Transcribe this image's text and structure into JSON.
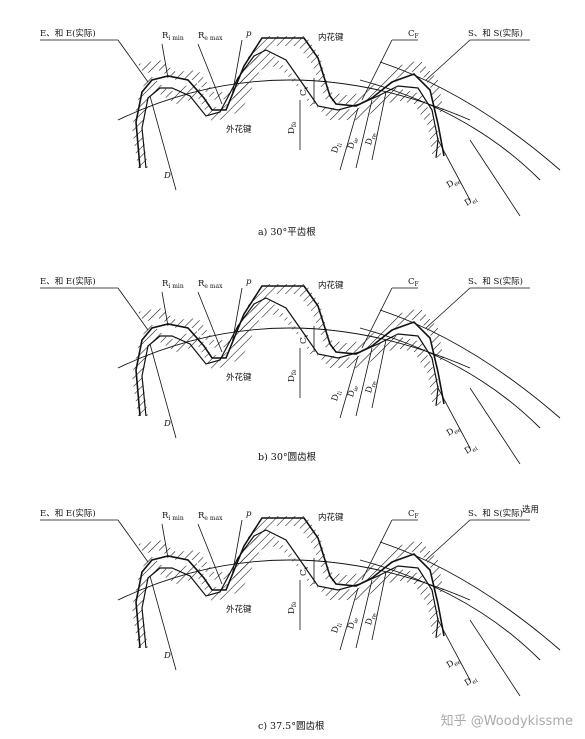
{
  "panels": [
    {
      "caption": "a) 30°平齿根",
      "labels": {
        "e": "E、和 E(实际)",
        "r_imin": "R",
        "r_imin_sub": "i min",
        "r_emax": "R",
        "r_emax_sub": "e max",
        "p": "p",
        "inner": "内花键",
        "cf": "C",
        "cf_sub": "F",
        "s": "S、和 S(实际)",
        "outer": "外花键",
        "cv": "C",
        "cv_sub": "v",
        "dfe": "D",
        "dfe_sub": "fe",
        "dii": "D",
        "dii_sub": "Ii",
        "die": "D",
        "die_sub": "ie",
        "dre": "D",
        "dre_sub": "re",
        "d": "D",
        "dee": "D",
        "dee_sub": "ee",
        "dei": "D",
        "dei_sub": "ei"
      }
    },
    {
      "caption": "b) 30°圆齿根",
      "labels": {
        "e": "E、和 E(实际)",
        "r_imin": "R",
        "r_imin_sub": "i min",
        "r_emax": "R",
        "r_emax_sub": "e max",
        "p": "p",
        "inner": "内花键",
        "cf": "C",
        "cf_sub": "F",
        "s": "S、和 S(实际)",
        "outer": "外花键",
        "cv": "C",
        "cv_sub": "v",
        "dfe": "D",
        "dfe_sub": "fe",
        "dii": "D",
        "dii_sub": "Ii",
        "die": "D",
        "die_sub": "ie",
        "dre": "D",
        "dre_sub": "re",
        "d": "D",
        "dee": "D",
        "dee_sub": "ee",
        "dei": "D",
        "dei_sub": "ei"
      }
    },
    {
      "caption": "c) 37.5°圆齿根",
      "labels": {
        "e": "E、和 E(实际)",
        "r_imin": "R",
        "r_imin_sub": "i min",
        "r_emax": "R",
        "r_emax_sub": "e max",
        "p": "p",
        "inner": "内花键",
        "cf": "C",
        "cf_sub": "F",
        "s": "S、和 S(实际)",
        "optional": "选用",
        "outer": "外花键",
        "cv": "C",
        "cv_sub": "v",
        "dfe": "D",
        "dfe_sub": "fe",
        "dii": "D",
        "dii_sub": "Ii",
        "die": "D",
        "die_sub": "ie",
        "dre": "D",
        "dre_sub": "re",
        "d": "D",
        "dee": "D",
        "dee_sub": "ee",
        "dei": "D",
        "dei_sub": "ei"
      }
    }
  ],
  "watermark": "知乎 @Woodykissme"
}
